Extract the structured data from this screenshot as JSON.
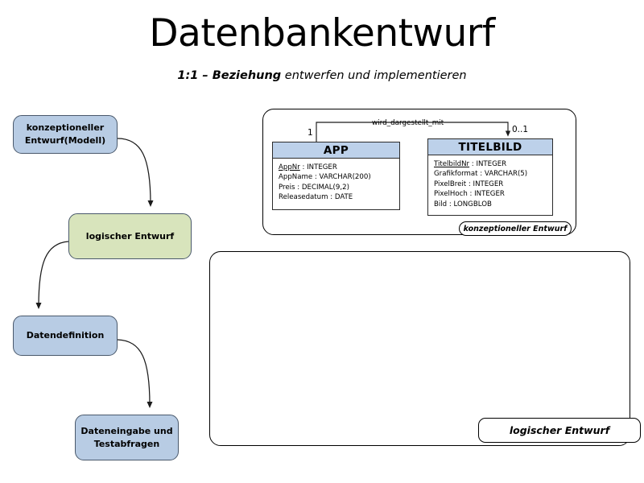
{
  "slide": {
    "title": "Datenbankentwurf",
    "subtitle_strong": "1:1 – Beziehung",
    "subtitle_rest": " entwerfen und implementieren"
  },
  "flowchart": {
    "steps": [
      {
        "id": "konzeptioneller-entwurf-modell",
        "label_line1": "konzeptioneller",
        "label_line2": "Entwurf(Modell)",
        "color": "#b8cce4"
      },
      {
        "id": "logischer-entwurf",
        "label_line1": "logischer Entwurf",
        "label_line2": "",
        "color": "#d8e4bc"
      },
      {
        "id": "datendefinition",
        "label_line1": "Datendefinition",
        "label_line2": "",
        "color": "#b8cce4"
      },
      {
        "id": "dateneingabe-und-testabfragen",
        "label_line1": "Dateneingabe und",
        "label_line2": "Testabfragen",
        "color": "#b8cce4"
      }
    ]
  },
  "conceptual_panel": {
    "tab_label": "konzeptioneller Entwurf",
    "relationship": {
      "name": "wird_dargestellt_mit",
      "source_cardinality": "1",
      "target_cardinality": "0..1"
    },
    "entities": [
      {
        "name": "APP",
        "attributes": [
          {
            "name": "AppNr",
            "type": "INTEGER",
            "pk": true
          },
          {
            "name": "AppName",
            "type": "VARCHAR(200)",
            "pk": false
          },
          {
            "name": "Preis",
            "type": "DECIMAL(9,2)",
            "pk": false
          },
          {
            "name": "Releasedatum",
            "type": "DATE",
            "pk": false
          }
        ]
      },
      {
        "name": "TITELBILD",
        "attributes": [
          {
            "name": "TitelbildNr",
            "type": "INTEGER",
            "pk": true
          },
          {
            "name": "Grafikformat",
            "type": "VARCHAR(5)",
            "pk": false
          },
          {
            "name": "PixelBreit",
            "type": "INTEGER",
            "pk": false
          },
          {
            "name": "PixelHoch",
            "type": "INTEGER",
            "pk": false
          },
          {
            "name": "Bild",
            "type": "LONGBLOB",
            "pk": false
          }
        ]
      }
    ]
  },
  "logical_panel": {
    "tab_label": "logischer Entwurf",
    "content": ""
  },
  "colors": {
    "entity_header": "#bdd1ea",
    "flow_blue": "#b8cce4",
    "flow_green": "#d8e4bc",
    "outline": "#000000"
  }
}
